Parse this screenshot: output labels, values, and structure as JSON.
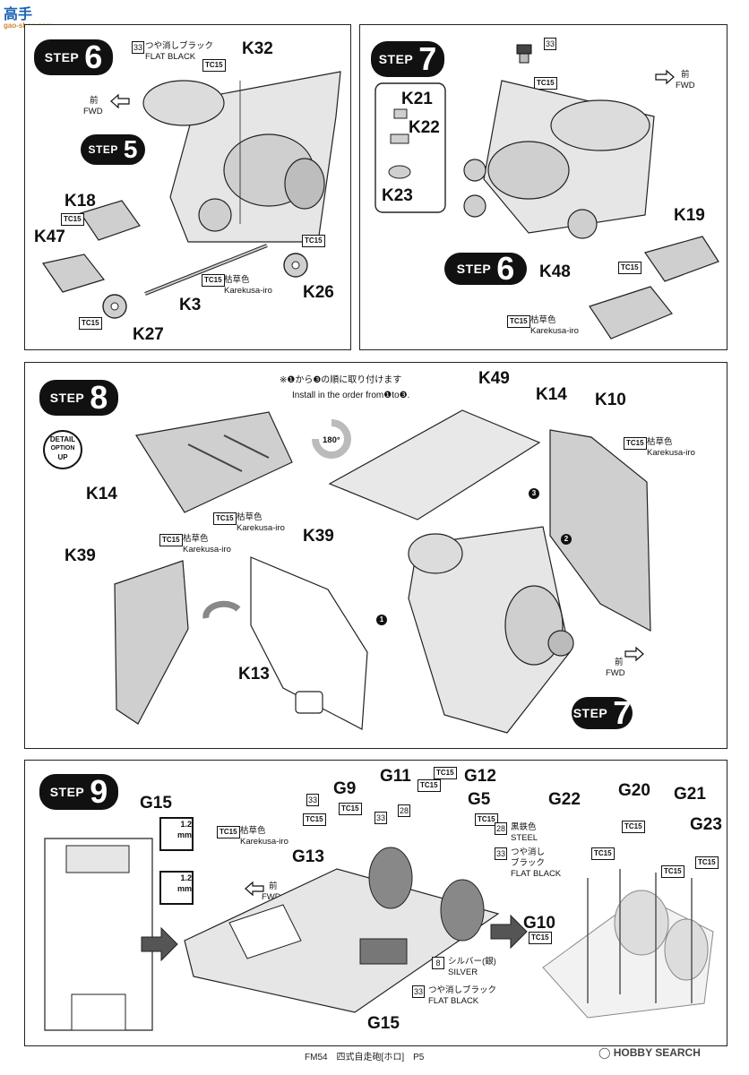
{
  "watermark": {
    "site": "高手",
    "domain": "gao-shou.com"
  },
  "steps": {
    "s6": {
      "word": "STEP",
      "num": "6"
    },
    "s5": {
      "word": "STEP",
      "num": "5"
    },
    "s7": {
      "word": "STEP",
      "num": "7"
    },
    "s6b": {
      "word": "STEP",
      "num": "6"
    },
    "s8": {
      "word": "STEP",
      "num": "8"
    },
    "s7b": {
      "word": "STEP",
      "num": "7"
    },
    "s9": {
      "word": "STEP",
      "num": "9"
    }
  },
  "paint": {
    "tc15": "TC15",
    "c33": "33",
    "c28": "28",
    "c8": "8",
    "flat_black_jp": "つや消しブラック",
    "flat_black_jp2a": "つや消し",
    "flat_black_jp2b": "ブラック",
    "flat_black_en": "FLAT BLACK",
    "karekusa_jp": "枯草色",
    "karekusa_en": "Karekusa-iro",
    "steel_jp": "黒鉄色",
    "steel_en": "STEEL",
    "silver_jp": "シルバー(銀)",
    "silver_en": "SILVER"
  },
  "fwd": {
    "jp": "前",
    "en": "FWD"
  },
  "parts": {
    "k32": "K32",
    "k18": "K18",
    "k47": "K47",
    "k26": "K26",
    "k3": "K3",
    "k27": "K27",
    "k21": "K21",
    "k22": "K22",
    "k23": "K23",
    "k19": "K19",
    "k48": "K48",
    "k49": "K49",
    "k14": "K14",
    "k10": "K10",
    "k39": "K39",
    "k13": "K13",
    "g15": "G15",
    "g9": "G9",
    "g11": "G11",
    "g12": "G12",
    "g5": "G5",
    "g13": "G13",
    "g22": "G22",
    "g20": "G20",
    "g21": "G21",
    "g23": "G23",
    "g10": "G10"
  },
  "step8": {
    "note_jp": "※❶から❸の順に取り付けます",
    "note_en": "Install in the order from❶to❸.",
    "rotate": "180°",
    "badge_l1": "DETAIL",
    "badge_l2": "OPTION",
    "badge_l3": "UP",
    "o1": "1",
    "o2": "2",
    "o3": "3"
  },
  "step9": {
    "gauge": "1.2",
    "unit": "mm"
  },
  "footer": "FM54　四式自走砲[ホロ]　P5",
  "hobbysearch": "◯ HOBBY SEARCH",
  "colors": {
    "part_fill": "#cfcfcf",
    "ink": "#111111"
  }
}
